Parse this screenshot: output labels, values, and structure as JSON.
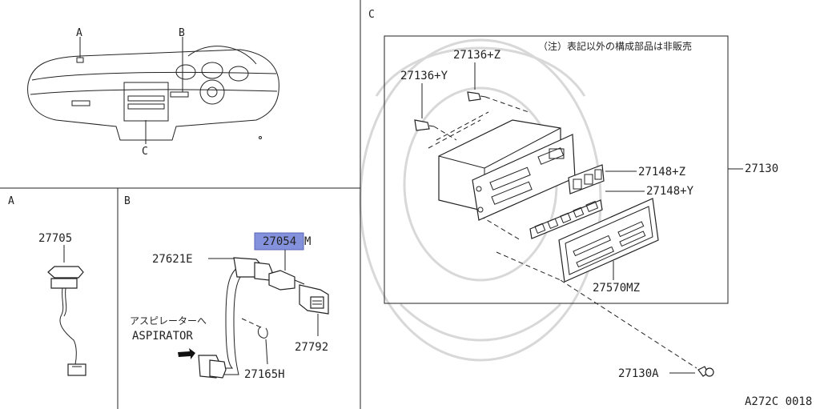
{
  "sections": {
    "a_small": "A",
    "b_small": "B",
    "c_small": "C",
    "panel_a": "A",
    "panel_b": "B",
    "panel_c": "C"
  },
  "parts": {
    "p27705": "27705",
    "p27054m_num": "27054",
    "p27054m_suffix": "M",
    "p27621e": "27621E",
    "p27792": "27792",
    "p27165h": "27165H",
    "p27136z": "27136+Z",
    "p27136y": "27136+Y",
    "p27148z": "27148+Z",
    "p27148y": "27148+Y",
    "p27130": "27130",
    "p27570mz": "27570MZ",
    "p27130a": "27130A"
  },
  "notes": {
    "aspirator_jp": "アスピレーターへ",
    "aspirator_en": "ASPIRATOR",
    "not_sold": "（注）表記以外の構成部品は非販売"
  },
  "figure_code": "A272C 0018",
  "colors": {
    "highlight": "#6f7fd8",
    "line": "#222222",
    "watermark": "#d8d8d8"
  }
}
